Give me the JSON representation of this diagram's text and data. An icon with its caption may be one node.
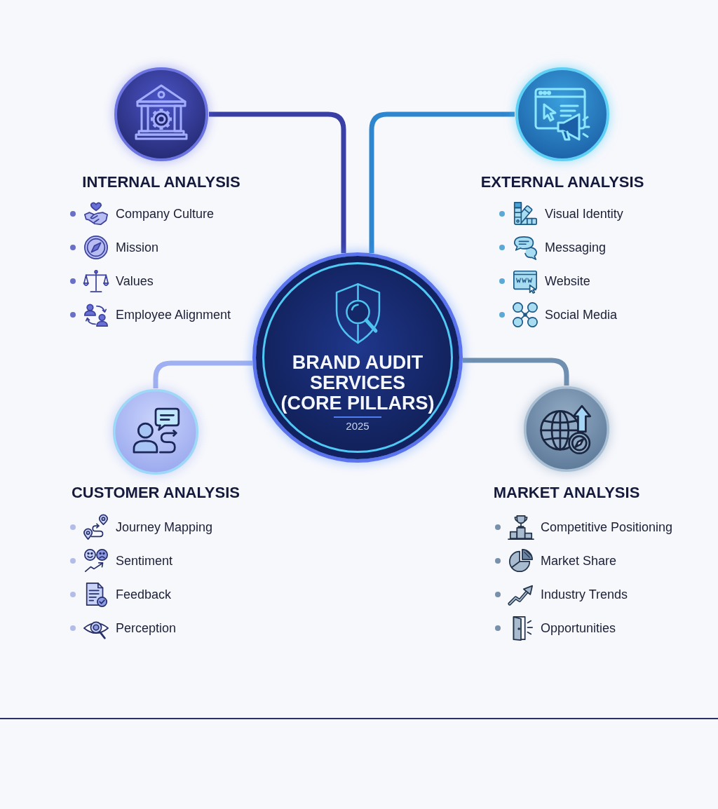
{
  "diagram": {
    "nodes": [
      {
        "text": [
          "INTERNAL ANALYSIS"
        ],
        "beside": [
          "Company Culture",
          "Mission",
          "Values",
          "Employee Alignment"
        ]
      },
      {
        "text": [
          "EXTERNAL ANALYSIS"
        ],
        "beside": [
          "Visual Identity",
          "Messaging",
          "Website",
          "Social Media"
        ]
      },
      {
        "text": [
          "BRAND AUDIT SERVICES (CORE PILLARS)",
          "2025"
        ]
      },
      {
        "text": [
          "CUSTOMER ANALYSIS"
        ],
        "beside": [
          "Journey Mapping",
          "Sentiment",
          "Feedback",
          "Perception"
        ]
      },
      {
        "text": [
          "MARKET ANALYSIS"
        ],
        "beside": [
          "Competitive Positioning",
          "Market Share",
          "Industry Trends",
          "Opportunities"
        ]
      }
    ],
    "edges": [
      {
        "from": 2,
        "to": 0,
        "arrow": "none",
        "color": "#3a3fa6"
      },
      {
        "from": 2,
        "to": 1,
        "arrow": "none",
        "color": "#2e86cf"
      },
      {
        "from": 2,
        "to": 3,
        "arrow": "none",
        "color": "#9fb0f2"
      },
      {
        "from": 2,
        "to": 4,
        "arrow": "none",
        "color": "#6f8fb0"
      }
    ]
  }
}
